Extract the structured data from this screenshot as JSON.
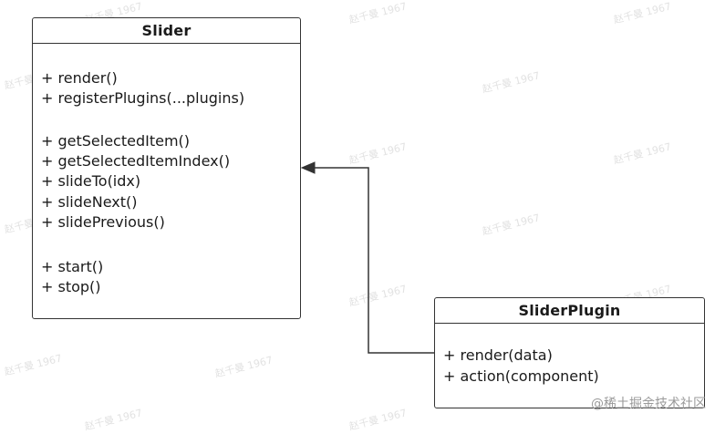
{
  "slider_class": {
    "name": "Slider",
    "methods": [
      "+ render()",
      "+ registerPlugins(...plugins)",
      "+ getSelectedItem()",
      "+ getSelectedItemIndex()",
      "+ slideTo(idx)",
      "+ slideNext()",
      "+ slidePrevious()",
      "+ start()",
      "+ stop()"
    ]
  },
  "plugin_class": {
    "name": "SliderPlugin",
    "methods": [
      "+ render(data)",
      "+ action(component)"
    ]
  },
  "watermark_text": "赵千曼 1967",
  "footer_watermark": "@稀土掘金技术社区",
  "colors": {
    "border": "#333333",
    "text": "#1a1a1a",
    "watermark": "#e2e2e2",
    "footer": "#9a9a9a"
  }
}
